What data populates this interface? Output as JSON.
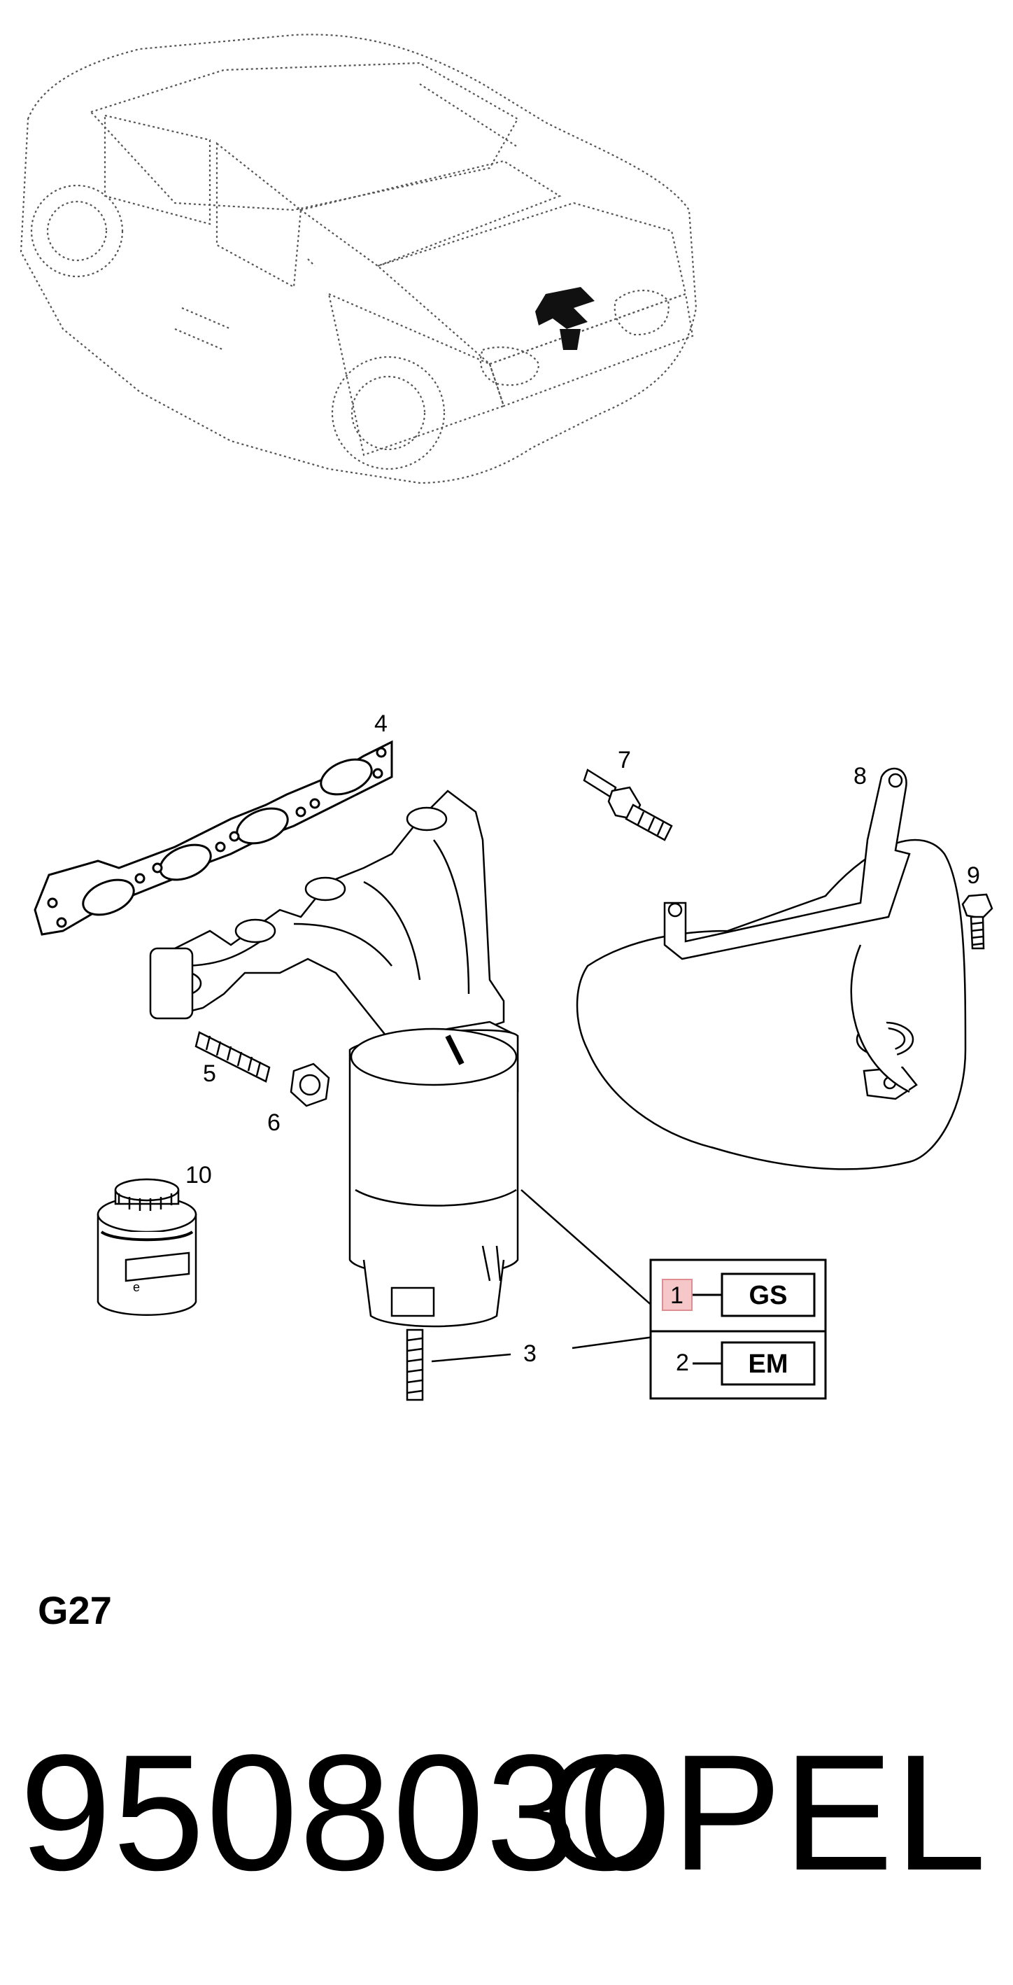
{
  "callouts": {
    "c3": "3",
    "c4": "4",
    "c5": "5",
    "c6": "6",
    "c7": "7",
    "c8": "8",
    "c9": "9",
    "c10": "10"
  },
  "variant_box": {
    "row1": {
      "number": "1",
      "code": "GS",
      "highlight_color": "#f6c7c9"
    },
    "row2": {
      "number": "2",
      "code": "EM"
    }
  },
  "section_code": "G27",
  "part_number": "9508030",
  "brand": "OPEL"
}
